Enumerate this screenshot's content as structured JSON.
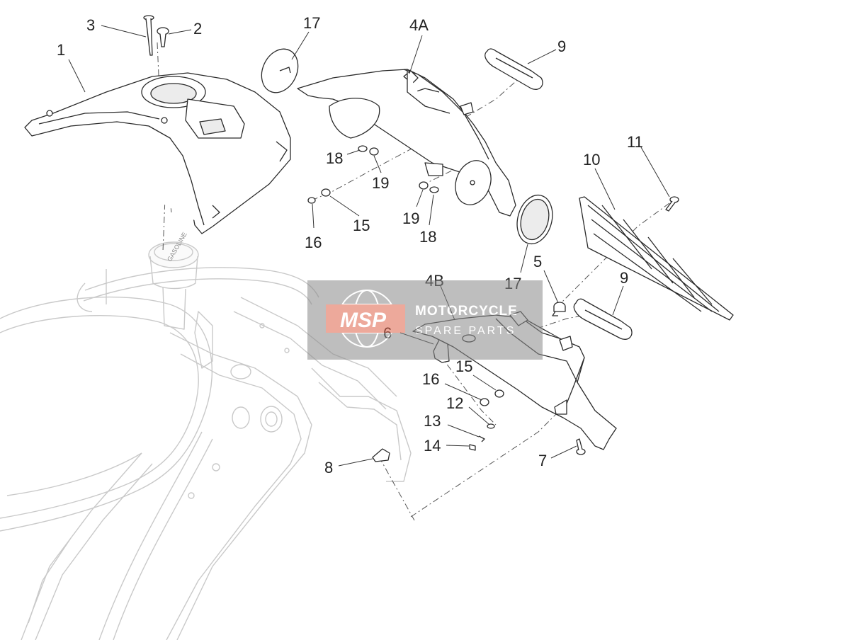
{
  "callouts": [
    {
      "id": "1",
      "label": "1"
    },
    {
      "id": "2",
      "label": "2"
    },
    {
      "id": "3",
      "label": "3"
    },
    {
      "id": "4A",
      "label": "4A"
    },
    {
      "id": "4B",
      "label": "4B"
    },
    {
      "id": "5",
      "label": "5"
    },
    {
      "id": "6",
      "label": "6"
    },
    {
      "id": "7",
      "label": "7"
    },
    {
      "id": "8",
      "label": "8"
    },
    {
      "id": "9a",
      "label": "9"
    },
    {
      "id": "9b",
      "label": "9"
    },
    {
      "id": "10",
      "label": "10"
    },
    {
      "id": "11",
      "label": "11"
    },
    {
      "id": "12",
      "label": "12"
    },
    {
      "id": "13",
      "label": "13"
    },
    {
      "id": "14",
      "label": "14"
    },
    {
      "id": "15a",
      "label": "15"
    },
    {
      "id": "15b",
      "label": "15"
    },
    {
      "id": "16a",
      "label": "16"
    },
    {
      "id": "16b",
      "label": "16"
    },
    {
      "id": "17a",
      "label": "17"
    },
    {
      "id": "17b",
      "label": "17"
    },
    {
      "id": "18a",
      "label": "18"
    },
    {
      "id": "18b",
      "label": "18"
    },
    {
      "id": "19a",
      "label": "19"
    },
    {
      "id": "19b",
      "label": "19"
    }
  ],
  "tank_cap_text": "GASOLINE",
  "watermark": {
    "logo": "MSP",
    "title": "MOTORCYCLE",
    "subtitle": "SPARE PARTS",
    "colors": {
      "panel": "#8a8a8a",
      "accent": "#e0634a"
    }
  }
}
